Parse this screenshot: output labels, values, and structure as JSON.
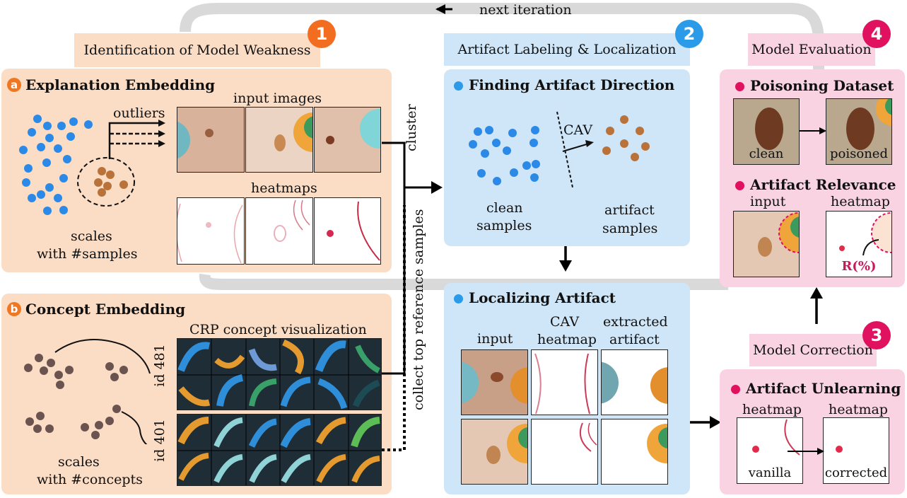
{
  "loop": {
    "label": "next iteration"
  },
  "stage1": {
    "number": "1",
    "title": "Identification of  Model Weakness",
    "color": "#f26d1f"
  },
  "stage2": {
    "number": "2",
    "title": "Artifact Labeling & Localization",
    "color": "#2b9ae8"
  },
  "stage3": {
    "number": "3",
    "title": "Model Correction",
    "color": "#e0115f"
  },
  "stage4": {
    "number": "4",
    "title": "Model Evaluation",
    "color": "#e0115f"
  },
  "explanation": {
    "letter": "a",
    "title": "Explanation Embedding",
    "outliers": "outliers",
    "input_images": "input images",
    "heatmaps": "heatmaps",
    "scales_line1": "scales",
    "scales_line2": "with #samples"
  },
  "concept": {
    "letter": "b",
    "title": "Concept Embedding",
    "crp": "CRP concept visualization",
    "id1": "id 481",
    "id2": "id 401",
    "scales_line1": "scales",
    "scales_line2": "with #concepts"
  },
  "connectors": {
    "cluster": "cluster",
    "collect": "collect top reference samples"
  },
  "finding": {
    "title": "Finding Artifact Direction",
    "cav": "CAV",
    "clean_line1": "clean",
    "clean_line2": "samples",
    "artifact_line1": "artifact",
    "artifact_line2": "samples"
  },
  "localizing": {
    "title": "Localizing Artifact",
    "input": "input",
    "cav_line1": "CAV",
    "cav_line2": "heatmap",
    "extracted_line1": "extracted",
    "extracted_line2": "artifact"
  },
  "poisoning": {
    "title": "Poisoning Dataset",
    "clean": "clean",
    "poisoned": "poisoned"
  },
  "relevance": {
    "title": "Artifact Relevance",
    "input": "input",
    "heatmap": "heatmap",
    "r_label": "R(%)"
  },
  "unlearning": {
    "title": "Artifact Unlearning",
    "heatmap1": "heatmap",
    "heatmap2": "heatmap",
    "vanilla": "vanilla",
    "corrected": "corrected"
  },
  "colors": {
    "blue_dot": "#2b8ae8",
    "brown_dot": "#b9733a",
    "concept_dot": "#6b5350",
    "orange_panel": "#fbdcc4",
    "blue_panel": "#cfe6f8",
    "pink_panel": "#fad3e2"
  }
}
